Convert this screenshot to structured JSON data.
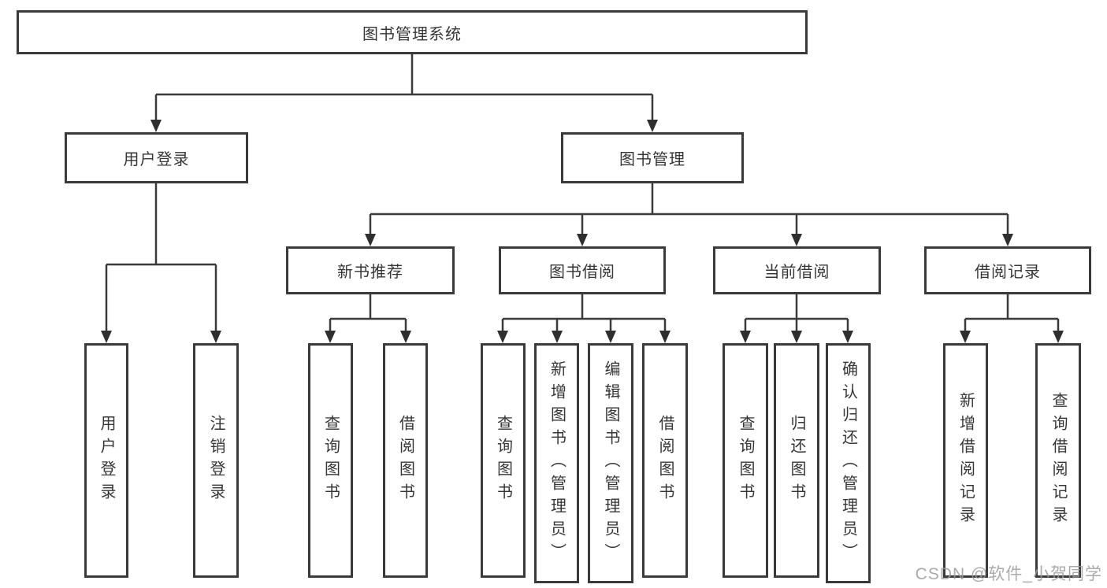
{
  "nodes": {
    "root": "图书管理系统",
    "level2": {
      "user_login": "用户登录",
      "book_management": "图书管理"
    },
    "level3": {
      "new_book_recommend": "新书推荐",
      "book_borrow": "图书借阅",
      "current_borrow": "当前借阅",
      "borrow_record": "借阅记录"
    },
    "leaves": {
      "user_login": [
        "用户登录",
        "注销登录"
      ],
      "new_book_recommend": [
        "查询图书",
        "借阅图书"
      ],
      "book_borrow": [
        "查询图书",
        "新增图书（管理员）",
        "编辑图书（管理员）",
        "借阅图书"
      ],
      "current_borrow": [
        "查询图书",
        "归还图书",
        "确认归还（管理员）"
      ],
      "borrow_record": [
        "新增借阅记录",
        "查询借阅记录"
      ]
    }
  },
  "watermark": "CSDN @软件_小贺同学",
  "colors": {
    "line": "#3a3a3a",
    "text": "#363636",
    "background": "#ffffff",
    "watermark": "#9c9c9c"
  }
}
